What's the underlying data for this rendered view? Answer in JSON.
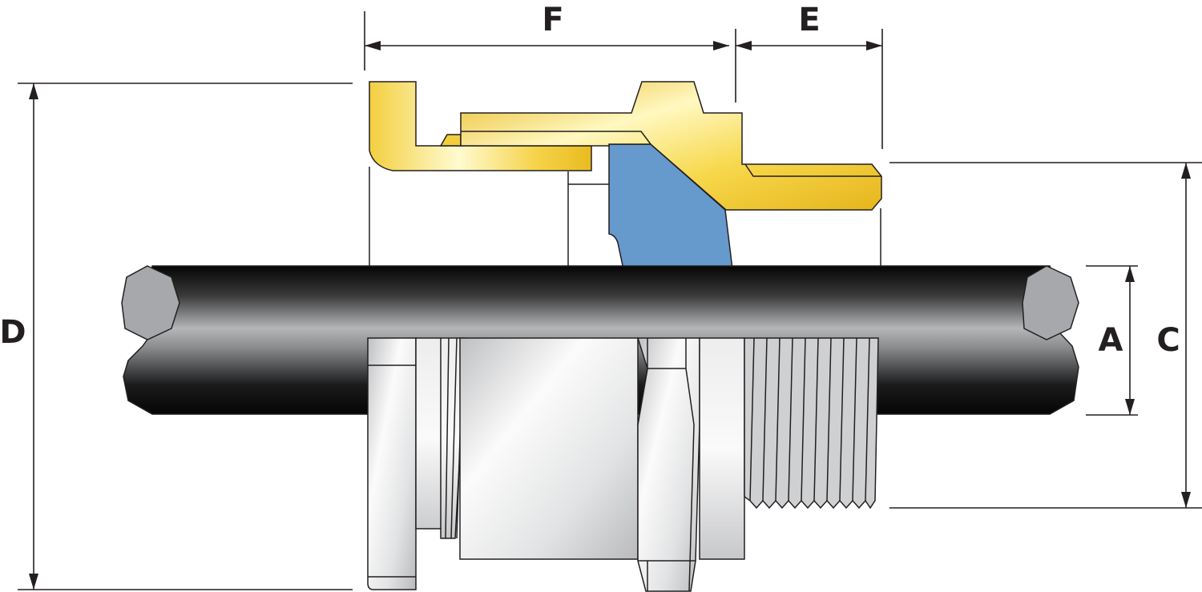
{
  "dimensions": {
    "F": "F",
    "E": "E",
    "D": "D",
    "A": "A",
    "C": "C"
  },
  "colors": {
    "brass_light": "#fff6b8",
    "brass_mid": "#f5d24a",
    "brass_dark": "#e2b21a",
    "seal_blue": "#6699cc",
    "cable_dark": "#0b0b0b",
    "cable_light": "#b0b2b4",
    "cable_end": "#a6a8ab",
    "steel_light": "#f7f7f7",
    "steel_dark": "#c2c3c5",
    "line": "#231f20"
  }
}
